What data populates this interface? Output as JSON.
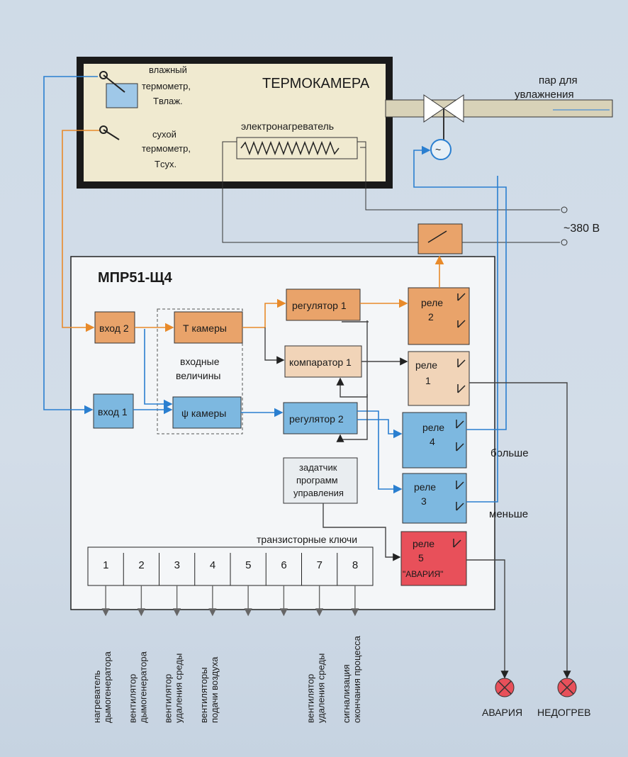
{
  "thermochamber": {
    "title": "ТЕРМОКАМЕРА",
    "wet_thermo": [
      "влажный",
      "термометр,",
      "Tвлаж."
    ],
    "dry_thermo": [
      "сухой",
      "термометр,",
      "Tсух."
    ],
    "heater": "электронагреватель"
  },
  "steam": [
    "пар для",
    "увлажнения"
  ],
  "power": "~380 В",
  "controller": {
    "title": "МПР51-Щ4",
    "input2": "вход 2",
    "input1": "вход 1",
    "t_chamber": "Т камеры",
    "psi_chamber": "ψ камеры",
    "input_values": [
      "входные",
      "величины"
    ],
    "regulator1": "регулятор 1",
    "comparator1": "компаратор 1",
    "regulator2": "регулятор 2",
    "program_setter": [
      "задатчик",
      "программ",
      "управления"
    ],
    "relay2": [
      "реле",
      "2"
    ],
    "relay1": [
      "реле",
      "1"
    ],
    "relay4": [
      "реле",
      "4"
    ],
    "relay3": [
      "реле",
      "3"
    ],
    "relay5": [
      "реле",
      "5",
      "\"АВАРИЯ\""
    ],
    "more": "больше",
    "less": "меньше",
    "keys_title": "транзисторные ключи",
    "keys": [
      "1",
      "2",
      "3",
      "4",
      "5",
      "6",
      "7",
      "8"
    ]
  },
  "outputs": [
    [
      "нагреватель",
      "дымогенератора"
    ],
    [
      "вентилятор",
      "дымогенератора"
    ],
    [
      "вентилятор",
      "удаления среды"
    ],
    [
      "вентиляторы",
      "подачи воздуха"
    ],
    [
      "вентилятор",
      "удаления среды"
    ],
    [
      "сигнализация",
      "окончания процесса"
    ]
  ],
  "lamps": {
    "alarm": "АВАРИЯ",
    "underheat": "НЕДОГРЕВ"
  },
  "colors": {
    "orange": "#e9a36a",
    "blue": "#7db8e0",
    "red": "#e8505a",
    "wire_blue": "#2a7fd0",
    "wire_orange": "#e88a2a"
  }
}
